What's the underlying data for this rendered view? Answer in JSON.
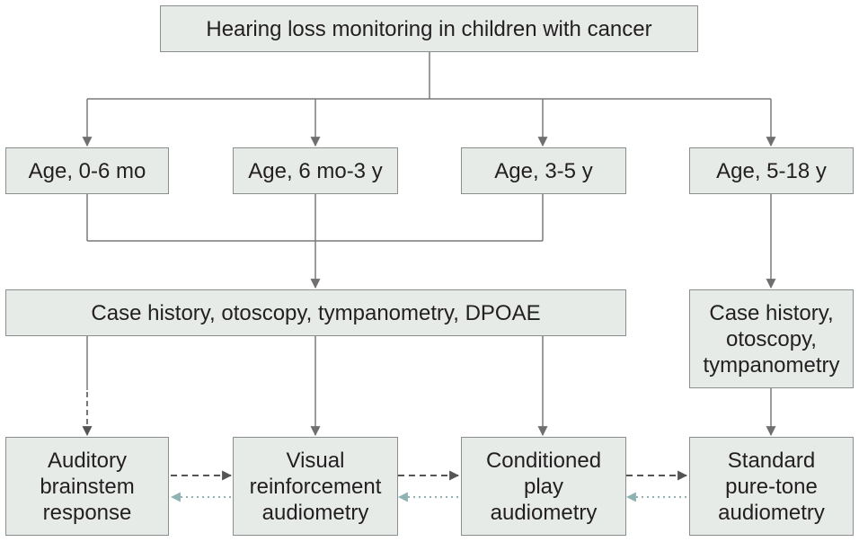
{
  "title": "Hearing loss monitoring in children with cancer",
  "age_groups": [
    "Age, 0-6 mo",
    "Age, 6 mo-3 y",
    "Age, 3-5 y",
    "Age, 5-18 y"
  ],
  "screening": {
    "young": "Case history, otoscopy, tympanometry, DPOAE",
    "older": "Case history,\notoscopy,\ntympanometry"
  },
  "tests": [
    "Auditory\nbrainstem\nresponse",
    "Visual\nreinforcement\naudiometry",
    "Conditioned\nplay\naudiometry",
    "Standard\npure-tone\naudiometry"
  ],
  "colors": {
    "box_fill": "#e6ebe8",
    "box_border": "#8a8f8c",
    "line": "#7a7a7a",
    "dashed_arrow": "#555555",
    "dotted_arrow": "#8fb3b3",
    "text": "#231f20"
  }
}
